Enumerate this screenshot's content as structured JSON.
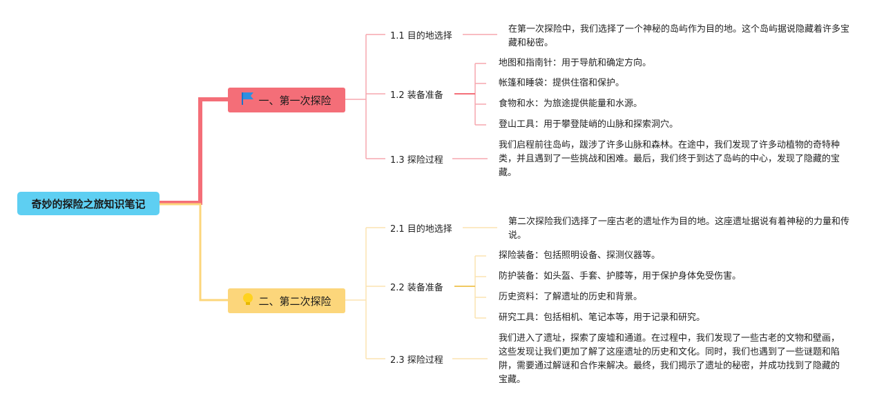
{
  "root": {
    "label": "奇妙的探险之旅知识笔记"
  },
  "branches": [
    {
      "label": "一、第一次探险",
      "icon": "flag-icon",
      "color": "#f46e78",
      "subs": [
        {
          "label": "1.1 目的地选择",
          "text": "在第一次探险中，我们选择了一个神秘的岛屿作为目的地。这个岛屿据说隐藏着许多宝藏和秘密。"
        },
        {
          "label": "1.2 装备准备",
          "items": [
            "地图和指南针：用于导航和确定方向。",
            "帐篷和睡袋：提供住宿和保护。",
            "食物和水：为旅途提供能量和水源。",
            "登山工具：用于攀登陡峭的山脉和探索洞穴。"
          ]
        },
        {
          "label": "1.3 探险过程",
          "text": "我们启程前往岛屿，跋涉了许多山脉和森林。在途中，我们发现了许多动植物的奇特种类，并且遇到了一些挑战和困难。最后，我们终于到达了岛屿的中心，发现了隐藏的宝藏。"
        }
      ]
    },
    {
      "label": "二、第二次探险",
      "icon": "lightbulb-icon",
      "color": "#fcd67b",
      "subs": [
        {
          "label": "2.1 目的地选择",
          "text": "第二次探险我们选择了一座古老的遗址作为目的地。这座遗址据说有着神秘的力量和传说。"
        },
        {
          "label": "2.2 装备准备",
          "items": [
            "探险装备：包括照明设备、探测仪器等。",
            "防护装备：如头盔、手套、护膝等，用于保护身体免受伤害。",
            "历史资料：了解遗址的历史和背景。",
            "研究工具：包括相机、笔记本等，用于记录和研究。"
          ]
        },
        {
          "label": "2.3 探险过程",
          "text": "我们进入了遗址，探索了废墟和通道。在过程中，我们发现了一些古老的文物和壁画，这些发现让我们更加了解了这座遗址的历史和文化。同时，我们也遇到了一些谜题和陷阱，需要通过解谜和合作来解决。最终，我们揭示了遗址的秘密，并成功找到了隐藏的宝藏。"
        }
      ]
    }
  ]
}
